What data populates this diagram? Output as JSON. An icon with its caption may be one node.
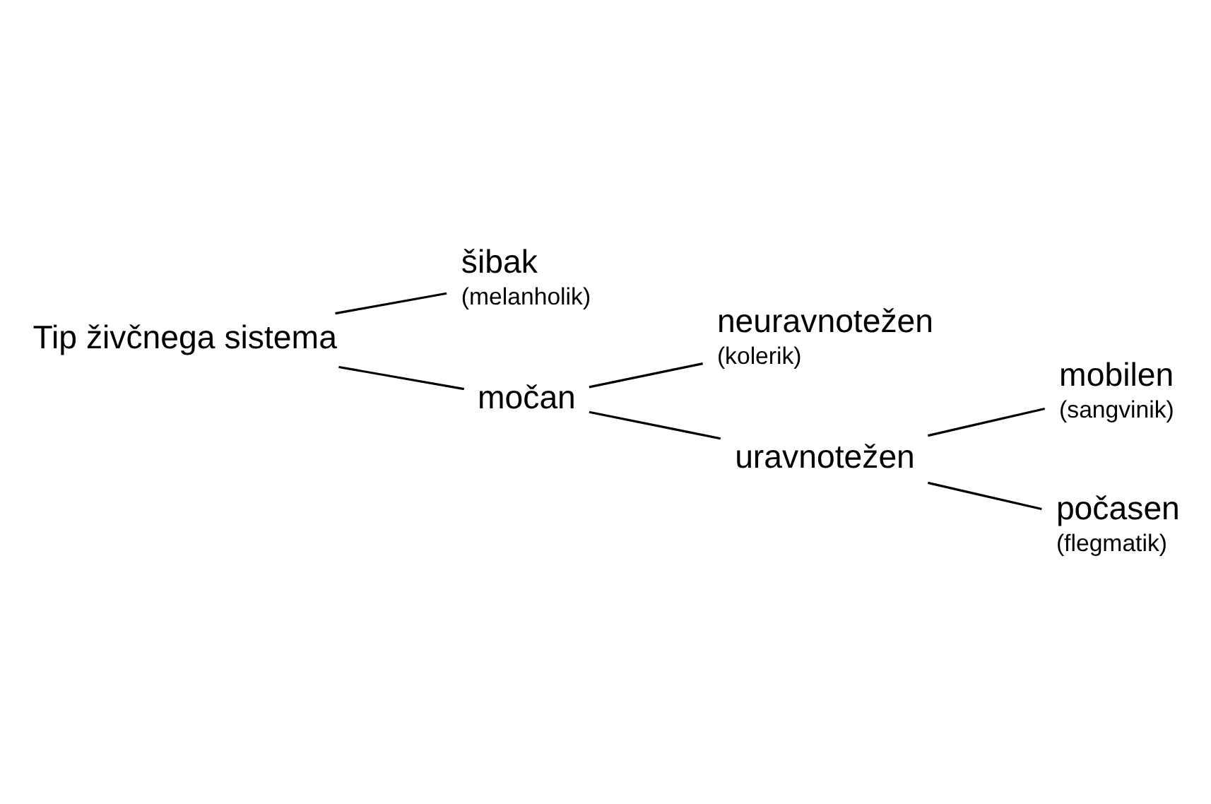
{
  "diagram": {
    "nodes": [
      {
        "text": [
          "Tip živčnega sistema"
        ]
      },
      {
        "text": [
          "šibak",
          "(melanholik)"
        ]
      },
      {
        "text": [
          "močan"
        ]
      },
      {
        "text": [
          "neuravnotežen",
          "(kolerik)"
        ]
      },
      {
        "text": [
          "uravnotežen"
        ]
      },
      {
        "text": [
          "mobilen",
          "(sangvinik)"
        ]
      },
      {
        "text": [
          "počasen",
          "(flegmatik)"
        ]
      }
    ],
    "edges": [
      {
        "from": 0,
        "to": 1,
        "arrow": "none"
      },
      {
        "from": 0,
        "to": 2,
        "arrow": "none"
      },
      {
        "from": 2,
        "to": 3,
        "arrow": "none"
      },
      {
        "from": 2,
        "to": 4,
        "arrow": "none"
      },
      {
        "from": 4,
        "to": 5,
        "arrow": "none"
      },
      {
        "from": 4,
        "to": 6,
        "arrow": "none"
      }
    ]
  }
}
